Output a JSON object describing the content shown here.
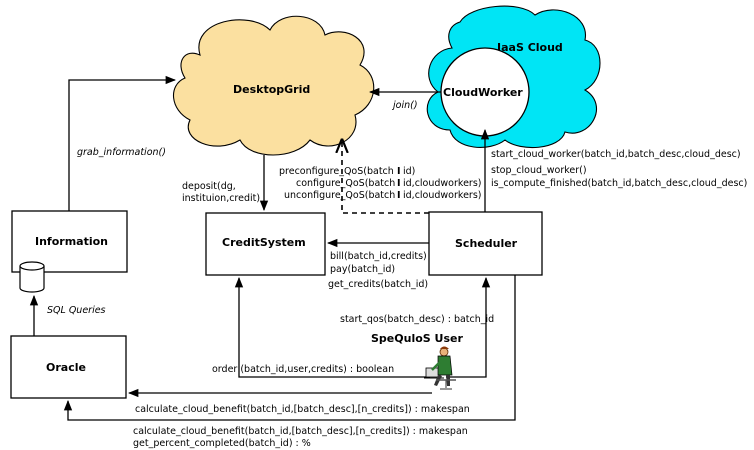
{
  "colors": {
    "desktopgrid_fill": "#fbe0a0",
    "iaas_fill": "#00e5f5"
  },
  "nodes": {
    "desktopgrid": "DesktopGrid",
    "iaas_cloud": "IaaS Cloud",
    "cloudworker": "CloudWorker",
    "information": "Information",
    "creditsystem": "CreditSystem",
    "scheduler": "Scheduler",
    "oracle": "Oracle",
    "user": "SpeQuloS User"
  },
  "labels": {
    "join": "join()",
    "grab_information": "grab_information()",
    "sql_queries": "SQL Queries",
    "deposit_1": "deposit(dg,",
    "deposit_2": "instituion,credit)",
    "qos_1a": "preconfigure_QoS(batch",
    "qos_1b": "id)",
    "qos_2a": "configure_QoS(batch",
    "qos_2b": "id,cloudworkers)",
    "qos_3a": "unconfigure_QoS(batch",
    "qos_3b": "id,cloudworkers)",
    "worker_1": "start_cloud_worker(batch_id,batch_desc,cloud_desc)",
    "worker_2": "stop_cloud_worker()",
    "worker_3": "is_compute_finished(batch_id,batch_desc,cloud_desc)",
    "bill": "bill(batch_id,credits)",
    "pay": "pay(batch_id)",
    "get_credits": "get_credits(batch_id)",
    "start_qos": "start_qos(batch_desc) : batch_id",
    "order": "order  (batch_id,user,credits) : boolean",
    "calc_user": "calculate_cloud_benefit(batch_id,[batch_desc],[n_credits]) : makespan",
    "calc_sched_1": "calculate_cloud_benefit(batch_id,[batch_desc],[n_credits]) : makespan",
    "calc_sched_2": "get_percent_completed(batch_id) : %"
  }
}
